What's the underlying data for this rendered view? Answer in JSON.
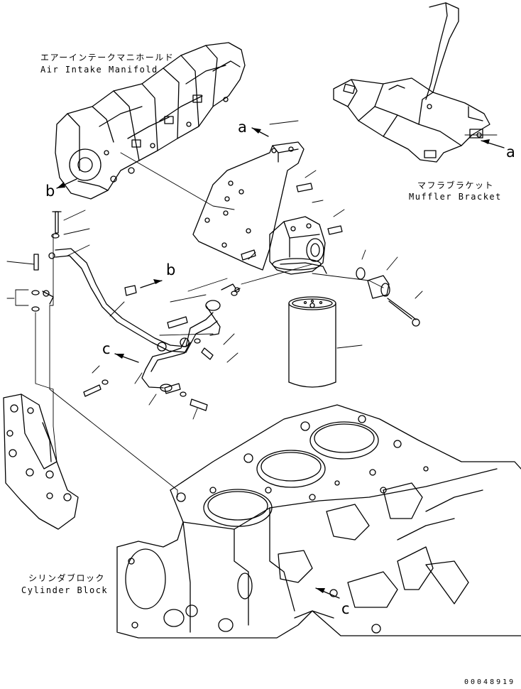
{
  "labels": {
    "air_intake_manifold": {
      "jp": "エアーインテークマニホールド",
      "en": "Air Intake Manifold"
    },
    "muffler_bracket": {
      "jp": "マフラブラケット",
      "en": "Muffler Bracket"
    },
    "cylinder_block": {
      "jp": "シリンダブロック",
      "en": "Cylinder Block"
    }
  },
  "callouts": {
    "a": "a",
    "b": "b",
    "c": "c"
  },
  "document_number": "00048919"
}
